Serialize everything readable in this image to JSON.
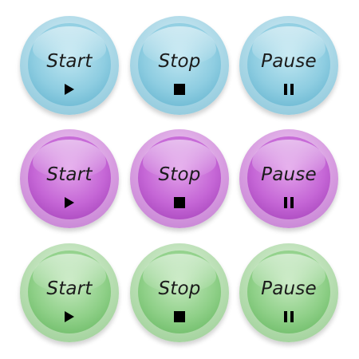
{
  "buttons": [
    {
      "color": "blue",
      "label": "Start",
      "icon": "play-icon"
    },
    {
      "color": "blue",
      "label": "Stop",
      "icon": "stop-icon"
    },
    {
      "color": "blue",
      "label": "Pause",
      "icon": "pause-icon"
    },
    {
      "color": "purple",
      "label": "Start",
      "icon": "play-icon"
    },
    {
      "color": "purple",
      "label": "Stop",
      "icon": "stop-icon"
    },
    {
      "color": "purple",
      "label": "Pause",
      "icon": "pause-icon"
    },
    {
      "color": "green",
      "label": "Start",
      "icon": "play-icon"
    },
    {
      "color": "green",
      "label": "Stop",
      "icon": "stop-icon"
    },
    {
      "color": "green",
      "label": "Pause",
      "icon": "pause-icon"
    }
  ],
  "colors": {
    "blue": "#8ecde1",
    "purple": "#c566d6",
    "green": "#8fd088",
    "icon": "#000000"
  }
}
